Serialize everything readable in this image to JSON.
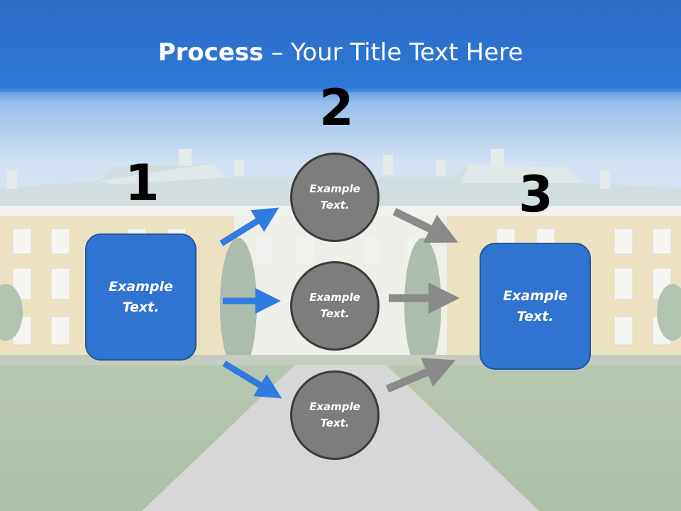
{
  "slide": {
    "title_bold": "Process",
    "title_rest": " – Your Title Text Here"
  },
  "steps": {
    "one": "1",
    "two": "2",
    "three": "3"
  },
  "left_box": {
    "text": "Example Text."
  },
  "right_box": {
    "text": "Example Text."
  },
  "circles": [
    {
      "text": "Example Text."
    },
    {
      "text": "Example Text."
    },
    {
      "text": "Example Text."
    }
  ],
  "colors": {
    "blue_accent": "#2e74d0",
    "gray_circle": "#7d7d7d",
    "arrow_blue": "#2f7be0",
    "arrow_gray": "#8a8a8a"
  }
}
